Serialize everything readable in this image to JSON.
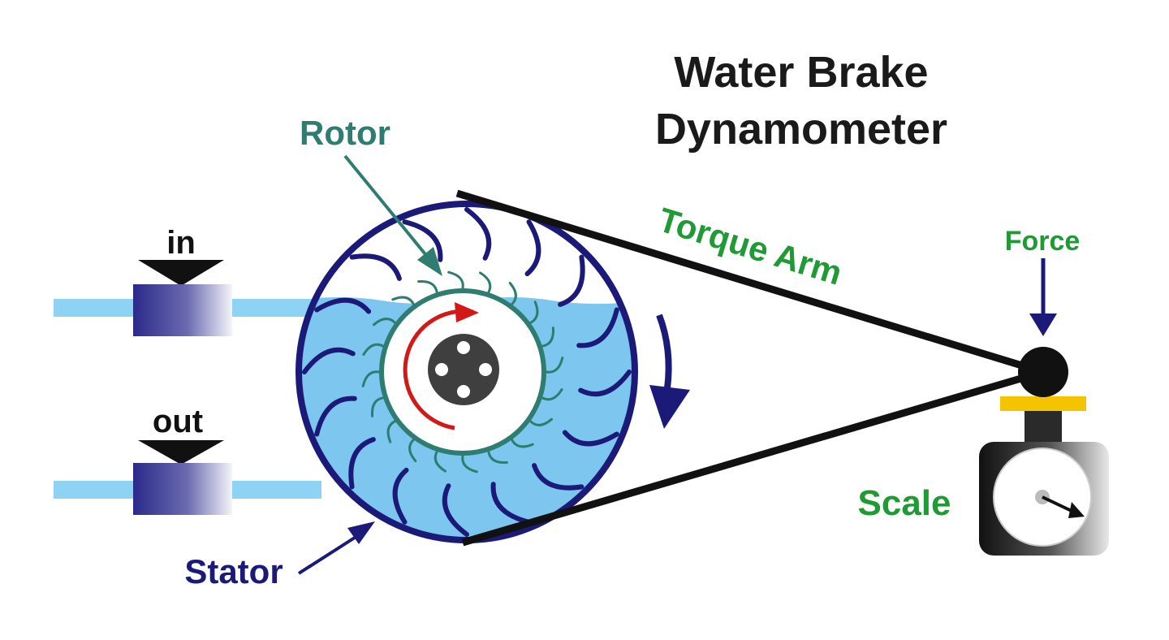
{
  "title": {
    "line1": "Water Brake",
    "line2": "Dynamometer"
  },
  "labels": {
    "rotor": "Rotor",
    "stator": "Stator",
    "torque_arm": "Torque Arm",
    "force": "Force",
    "scale": "Scale",
    "inlet": "in",
    "outlet": "out"
  },
  "colors": {
    "title": "#1a1a1a",
    "rotor": "#2e7d70",
    "stator": "#1c1a78",
    "green_label": "#1f9a35",
    "water": "#7cc6f0",
    "pipe": "#8fd3f4",
    "rotation_arrow": "#d31818",
    "spring_plate": "#f5c400"
  }
}
